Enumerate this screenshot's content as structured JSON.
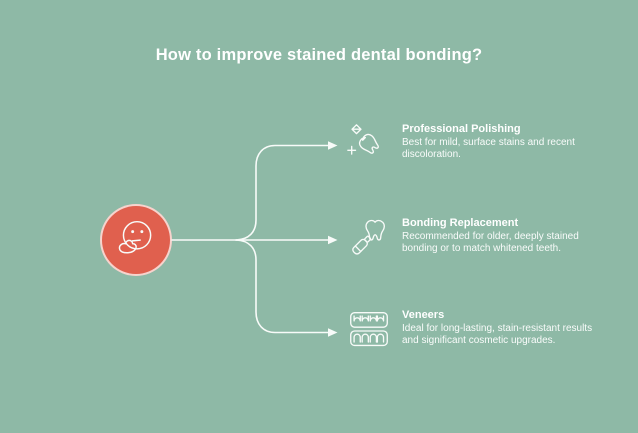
{
  "title": "How to improve stained dental bonding?",
  "colors": {
    "background": "#8eb9a6",
    "accent_circle": "#e0604e",
    "line_and_icons": "#f8fbf9",
    "text": "#ffffff"
  },
  "thinker": {
    "icon": "thinking-face-icon"
  },
  "items": [
    {
      "icon": "polished-tooth-icon",
      "title": "Professional Polishing",
      "description": "Best for mild, surface stains and recent discoloration."
    },
    {
      "icon": "tooth-repair-icon",
      "title": "Bonding Replacement",
      "description": "Recommended for older, deeply stained bonding or to match whitened teeth."
    },
    {
      "icon": "dentures-icon",
      "title": "Veneers",
      "description": "Ideal for long-lasting, stain-resistant results and significant cosmetic upgrades."
    }
  ]
}
